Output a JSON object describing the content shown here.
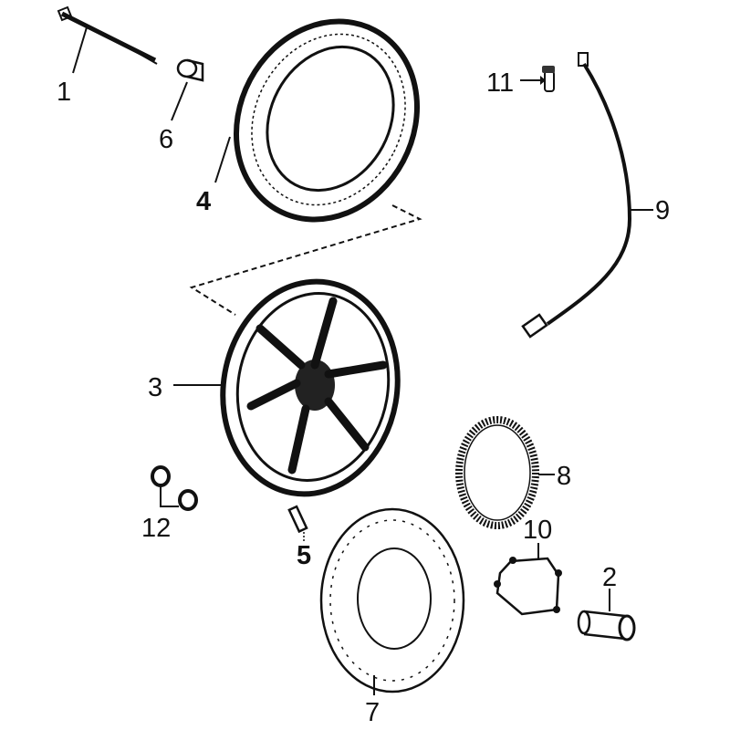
{
  "diagram": {
    "title": "Front wheel exploded parts diagram",
    "labels": [
      "1",
      "2",
      "3",
      "4",
      "5",
      "6",
      "7",
      "8",
      "9",
      "10",
      "11",
      "12"
    ]
  }
}
